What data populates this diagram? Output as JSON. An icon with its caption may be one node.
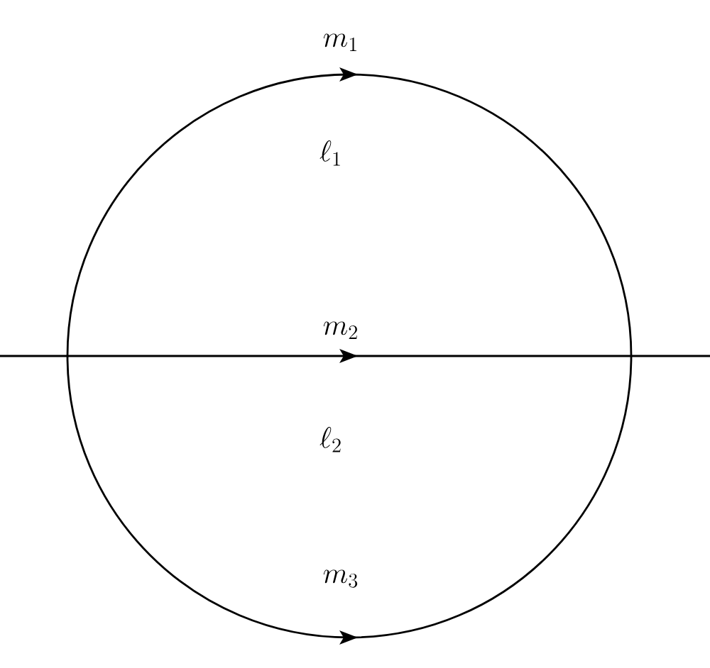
{
  "diagram": {
    "labels": [
      "m_1",
      "\\ell_1",
      "m_2",
      "\\ell_2",
      "m_3"
    ]
  }
}
